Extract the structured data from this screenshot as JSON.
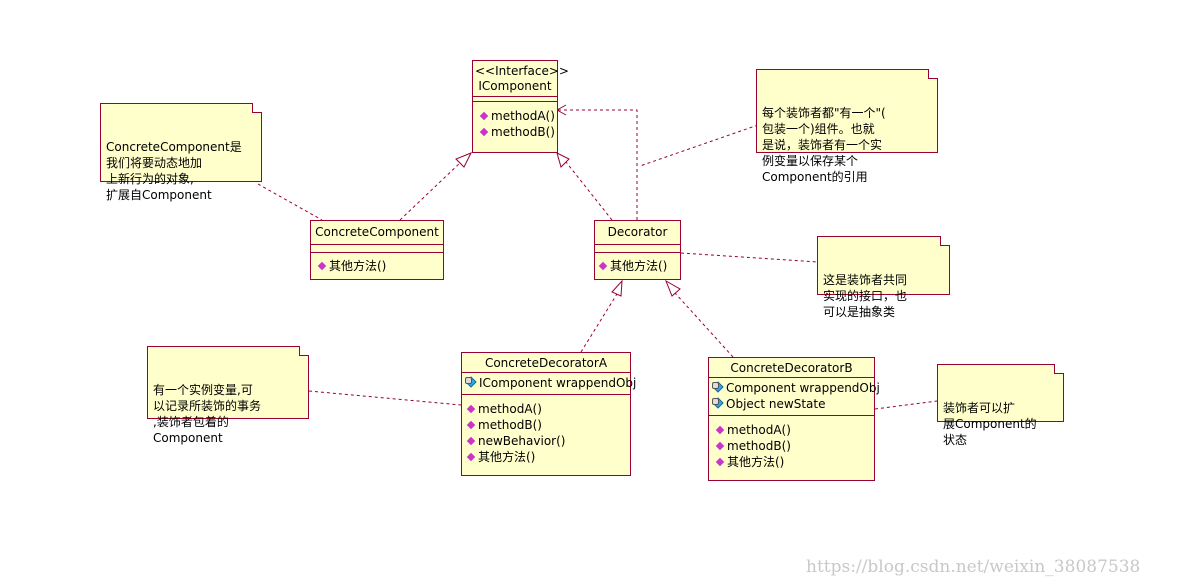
{
  "interface": {
    "stereotype": "<<Interface>>",
    "name": "IComponent",
    "operations": [
      "methodA()",
      "methodB()"
    ]
  },
  "concrete_component": {
    "name": "ConcreteComponent",
    "operations": [
      "其他方法()"
    ]
  },
  "decorator": {
    "name": "Decorator",
    "operations": [
      "其他方法()"
    ]
  },
  "decorator_a": {
    "name": "ConcreteDecoratorA",
    "attributes": [
      "IComponent  wrappendObj"
    ],
    "operations": [
      "methodA()",
      "methodB()",
      "newBehavior()",
      "其他方法()"
    ]
  },
  "decorator_b": {
    "name": "ConcreteDecoratorB",
    "attributes": [
      "Component  wrappendObj",
      "Object newState"
    ],
    "operations": [
      "methodA()",
      "methodB()",
      "其他方法()"
    ]
  },
  "notes": {
    "component_note": "ConcreteComponent是\n我们将要动态地加\n上新行为的对象,\n扩展自Component",
    "decorator_has_note": "每个装饰者都\"有一个\"(\n包装一个)组件。也就\n是说，装饰者有一个实\n例变量以保存某个\nComponent的引用",
    "decorator_interface_note": "这是装饰者共同\n实现的接口，也\n可以是抽象类",
    "decorator_a_note": "有一个实例变量,可\n以记录所装饰的事务\n,装饰者包着的\nComponent",
    "decorator_b_note": "装饰者可以扩\n展Component的\n状态"
  },
  "colors": {
    "fill": "#ffffcc",
    "border": "#990033",
    "operation_icon": "#cc33cc"
  },
  "watermark": "https://blog.csdn.net/weixin_38087538"
}
